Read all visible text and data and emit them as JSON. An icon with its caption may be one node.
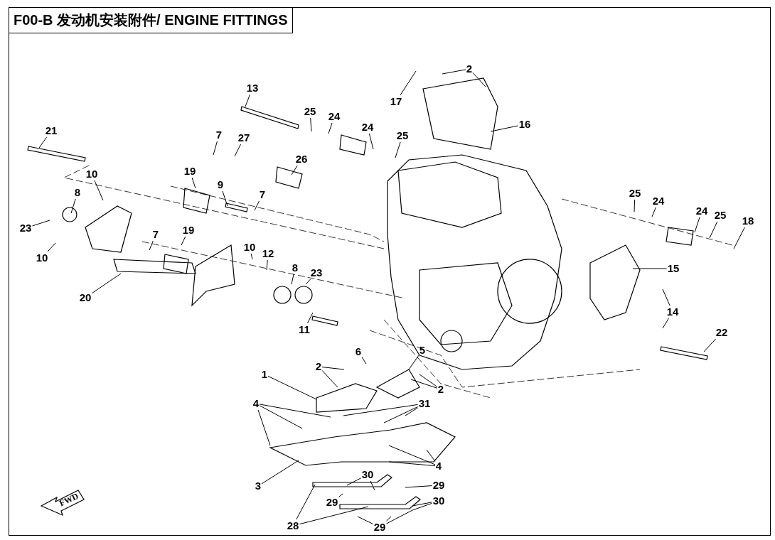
{
  "diagram": {
    "title": "F00-B 发动机安装附件/ ENGINE FITTINGS",
    "nodes": [
      {
        "text": [
          "2"
        ]
      },
      {
        "text": [
          "17"
        ]
      },
      {
        "text": [
          "13"
        ]
      },
      {
        "text": [
          "16"
        ]
      },
      {
        "text": [
          "21"
        ]
      },
      {
        "text": [
          "25"
        ]
      },
      {
        "text": [
          "24"
        ]
      },
      {
        "text": [
          "7"
        ]
      },
      {
        "text": [
          "27"
        ]
      },
      {
        "text": [
          "24"
        ]
      },
      {
        "text": [
          "25"
        ]
      },
      {
        "text": [
          "26"
        ]
      },
      {
        "text": [
          "10"
        ]
      },
      {
        "text": [
          "19"
        ]
      },
      {
        "text": [
          "9"
        ]
      },
      {
        "text": [
          "7"
        ]
      },
      {
        "text": [
          "8"
        ]
      },
      {
        "text": [
          "23"
        ]
      },
      {
        "text": [
          "10"
        ]
      },
      {
        "text": [
          "25"
        ]
      },
      {
        "text": [
          "24"
        ]
      },
      {
        "text": [
          "24"
        ]
      },
      {
        "text": [
          "25"
        ]
      },
      {
        "text": [
          "18"
        ]
      },
      {
        "text": [
          "7"
        ]
      },
      {
        "text": [
          "19"
        ]
      },
      {
        "text": [
          "10"
        ]
      },
      {
        "text": [
          "12"
        ]
      },
      {
        "text": [
          "15"
        ]
      },
      {
        "text": [
          "20"
        ]
      },
      {
        "text": [
          "8"
        ]
      },
      {
        "text": [
          "23"
        ]
      },
      {
        "text": [
          "14"
        ]
      },
      {
        "text": [
          "11"
        ]
      },
      {
        "text": [
          "22"
        ]
      },
      {
        "text": [
          "6"
        ]
      },
      {
        "text": [
          "5"
        ]
      },
      {
        "text": [
          "2"
        ]
      },
      {
        "text": [
          "1"
        ]
      },
      {
        "text": [
          "2"
        ]
      },
      {
        "text": [
          "4"
        ]
      },
      {
        "text": [
          "31"
        ]
      },
      {
        "text": [
          "3"
        ]
      },
      {
        "text": [
          "4"
        ]
      },
      {
        "text": [
          "30"
        ]
      },
      {
        "text": [
          "29"
        ]
      },
      {
        "text": [
          "29"
        ]
      },
      {
        "text": [
          "30"
        ]
      },
      {
        "text": [
          "28"
        ]
      },
      {
        "text": [
          "29"
        ]
      }
    ],
    "edges": [
      {
        "from": 0,
        "to": null,
        "arrow": "none"
      },
      {
        "from": 0,
        "to": null,
        "arrow": "none"
      },
      {
        "from": 1,
        "to": null,
        "arrow": "none"
      },
      {
        "from": 2,
        "to": null,
        "arrow": "none"
      },
      {
        "from": 3,
        "to": null,
        "arrow": "none"
      },
      {
        "from": 4,
        "to": null,
        "arrow": "none"
      },
      {
        "from": 5,
        "to": null,
        "arrow": "none"
      },
      {
        "from": 6,
        "to": null,
        "arrow": "none"
      },
      {
        "from": 7,
        "to": null,
        "arrow": "none"
      },
      {
        "from": 8,
        "to": null,
        "arrow": "none"
      },
      {
        "from": 9,
        "to": null,
        "arrow": "none"
      },
      {
        "from": 10,
        "to": null,
        "arrow": "none"
      },
      {
        "from": 11,
        "to": null,
        "arrow": "none"
      },
      {
        "from": 12,
        "to": null,
        "arrow": "none"
      },
      {
        "from": 13,
        "to": null,
        "arrow": "none"
      },
      {
        "from": 14,
        "to": null,
        "arrow": "none"
      },
      {
        "from": 15,
        "to": null,
        "arrow": "none"
      },
      {
        "from": 16,
        "to": null,
        "arrow": "none"
      },
      {
        "from": 17,
        "to": null,
        "arrow": "none"
      },
      {
        "from": 18,
        "to": null,
        "arrow": "none"
      },
      {
        "from": 19,
        "to": null,
        "arrow": "none"
      },
      {
        "from": 20,
        "to": null,
        "arrow": "none"
      },
      {
        "from": 21,
        "to": null,
        "arrow": "none"
      },
      {
        "from": 22,
        "to": null,
        "arrow": "none"
      },
      {
        "from": 23,
        "to": null,
        "arrow": "none"
      },
      {
        "from": 24,
        "to": null,
        "arrow": "none"
      },
      {
        "from": 25,
        "to": null,
        "arrow": "none"
      },
      {
        "from": 26,
        "to": null,
        "arrow": "none"
      },
      {
        "from": 27,
        "to": null,
        "arrow": "none"
      },
      {
        "from": 28,
        "to": null,
        "arrow": "none"
      },
      {
        "from": 29,
        "to": null,
        "arrow": "none"
      },
      {
        "from": 30,
        "to": null,
        "arrow": "none"
      },
      {
        "from": 31,
        "to": null,
        "arrow": "none"
      },
      {
        "from": 32,
        "to": null,
        "arrow": "none"
      },
      {
        "from": 32,
        "to": null,
        "arrow": "none"
      },
      {
        "from": 33,
        "to": null,
        "arrow": "none"
      },
      {
        "from": 34,
        "to": null,
        "arrow": "none"
      },
      {
        "from": 35,
        "to": null,
        "arrow": "none"
      },
      {
        "from": 36,
        "to": null,
        "arrow": "none"
      },
      {
        "from": 37,
        "to": null,
        "arrow": "none"
      },
      {
        "from": 37,
        "to": null,
        "arrow": "none"
      },
      {
        "from": 38,
        "to": null,
        "arrow": "none"
      },
      {
        "from": 39,
        "to": null,
        "arrow": "none"
      },
      {
        "from": 39,
        "to": null,
        "arrow": "none"
      },
      {
        "from": 40,
        "to": null,
        "arrow": "none"
      },
      {
        "from": 40,
        "to": null,
        "arrow": "none"
      },
      {
        "from": 40,
        "to": null,
        "arrow": "none"
      },
      {
        "from": 41,
        "to": null,
        "arrow": "none"
      },
      {
        "from": 41,
        "to": null,
        "arrow": "none"
      },
      {
        "from": 41,
        "to": null,
        "arrow": "none"
      },
      {
        "from": 42,
        "to": null,
        "arrow": "none"
      },
      {
        "from": 43,
        "to": null,
        "arrow": "none"
      },
      {
        "from": 43,
        "to": null,
        "arrow": "none"
      },
      {
        "from": 43,
        "to": null,
        "arrow": "none"
      },
      {
        "from": 44,
        "to": null,
        "arrow": "none"
      },
      {
        "from": 44,
        "to": null,
        "arrow": "none"
      },
      {
        "from": 45,
        "to": null,
        "arrow": "none"
      },
      {
        "from": 46,
        "to": null,
        "arrow": "none"
      },
      {
        "from": 47,
        "to": null,
        "arrow": "none"
      },
      {
        "from": 47,
        "to": null,
        "arrow": "none"
      },
      {
        "from": 48,
        "to": null,
        "arrow": "none"
      },
      {
        "from": 48,
        "to": null,
        "arrow": "none"
      },
      {
        "from": 49,
        "to": null,
        "arrow": "none"
      },
      {
        "from": 49,
        "to": null,
        "arrow": "none"
      },
      {
        "from": 49,
        "to": null,
        "arrow": "none"
      }
    ],
    "labels": [
      "FWD"
    ]
  }
}
